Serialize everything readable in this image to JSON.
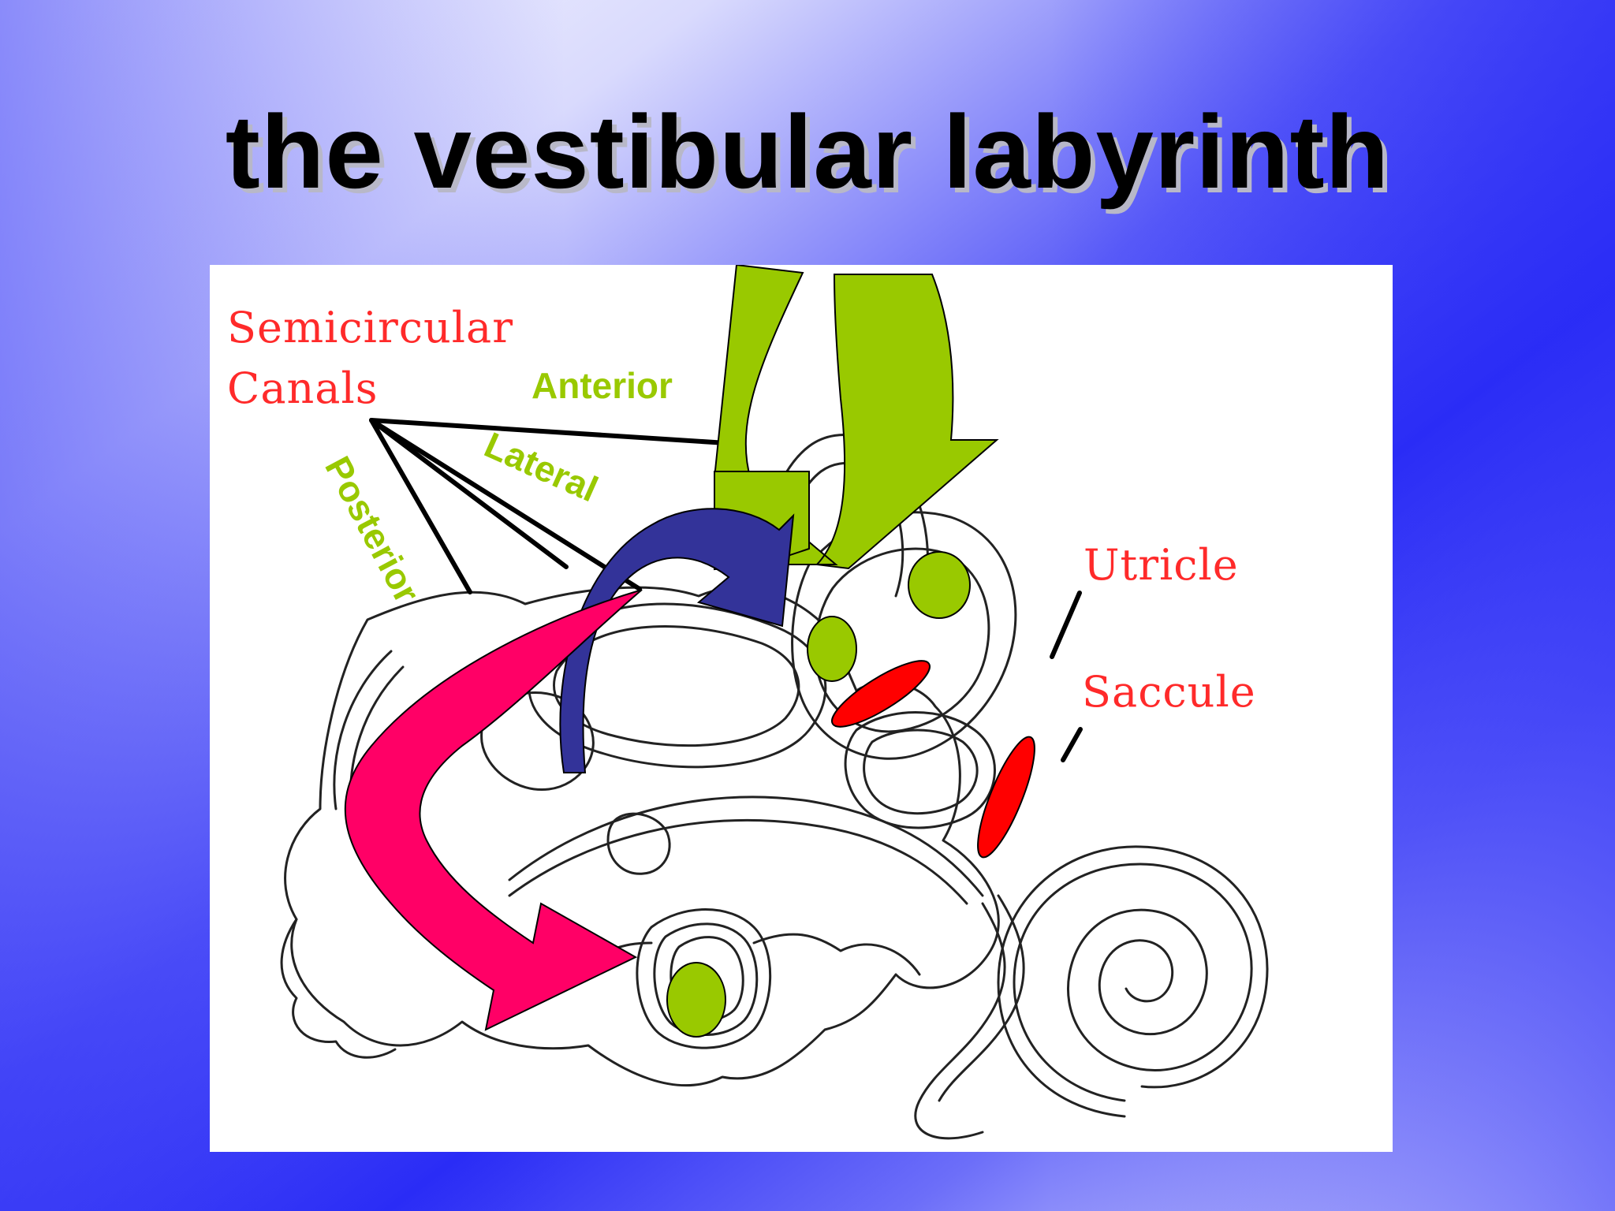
{
  "slide": {
    "title": "the vestibular labyrinth"
  },
  "diagram": {
    "labels": {
      "semicircular": "Semicircular",
      "canals": "Canals",
      "anterior": "Anterior",
      "lateral": "Lateral",
      "posterior": "Posterior",
      "utricle": "Utricle",
      "saccule": "Saccule"
    }
  },
  "colors": {
    "background_light": "#ffffff",
    "background_blue": "#2a2cf6",
    "anterior_green": "#99c900",
    "posterior_pink": "#ff0066",
    "lateral_blue": "#333399",
    "otolith_red": "#ff0000",
    "label_red": "#ff2a2a"
  }
}
